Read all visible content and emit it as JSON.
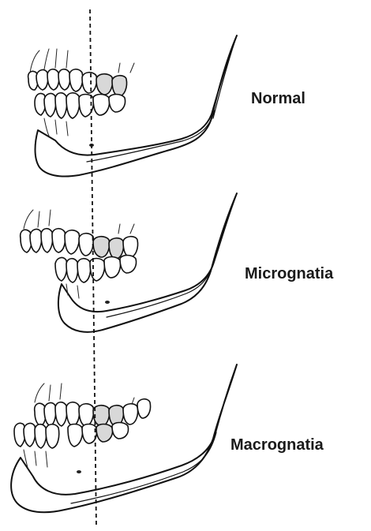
{
  "labels": {
    "normal": "Normal",
    "micrognathia": "Micrognatia",
    "macrognathia": "Macrognatia"
  },
  "colors": {
    "line": "#111111",
    "shade": "#d8d8d8",
    "background": "#ffffff"
  }
}
